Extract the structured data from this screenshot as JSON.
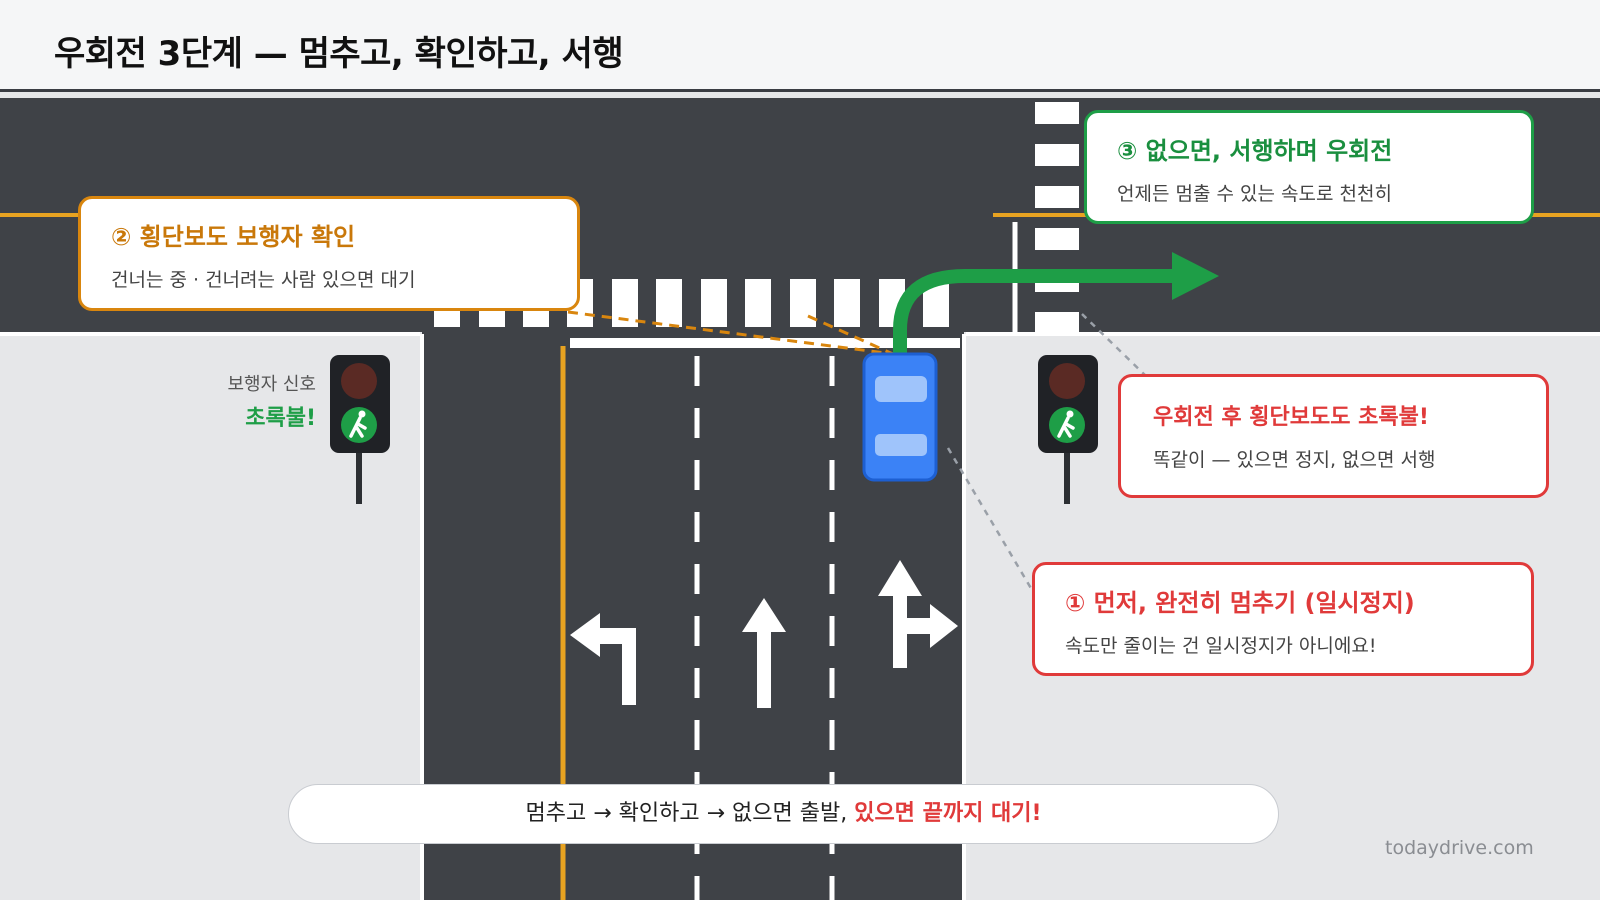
{
  "title": "우회전 3단계 — 멈추고, 확인하고, 서행",
  "steps": {
    "step2": {
      "title": "② 횡단보도 보행자 확인",
      "desc": "건너는 중 · 건너려는 사람 있으면 대기",
      "color": "#d9860e"
    },
    "step3": {
      "title": "③ 없으면, 서행하며 우회전",
      "desc": "언제든 멈출 수 있는 속도로 천천히",
      "color": "#1e9e47"
    },
    "after_turn": {
      "title": "우회전 후 횡단보도도 초록불!",
      "desc": "똑같이 — 있으면 정지, 없으면 서행",
      "color": "#e03a3a"
    },
    "step1": {
      "title": "① 먼저, 완전히 멈추기 (일시정지)",
      "desc": "속도만 줄이는 건 일시정지가 아니에요!",
      "color": "#e03a3a"
    }
  },
  "pedestrian_signal": {
    "label": "보행자 신호",
    "state": "초록불!"
  },
  "banner": {
    "normal": "멈추고 → 확인하고 → 없으면 출발, ",
    "emphasis": "있으면 끝까지 대기!"
  },
  "watermark": "todaydrive.com",
  "icons": {
    "left_lane": "left-turn-arrow-icon",
    "middle_lane": "straight-arrow-icon",
    "right_lane": "straight-right-arrow-icon",
    "signal": "pedestrian-walk-icon"
  },
  "colors": {
    "road": "#3f4247",
    "sidewalk": "#e6e7e9",
    "center_line": "#e8a321",
    "car": "#3b82f6",
    "path": "#1e9e47"
  }
}
